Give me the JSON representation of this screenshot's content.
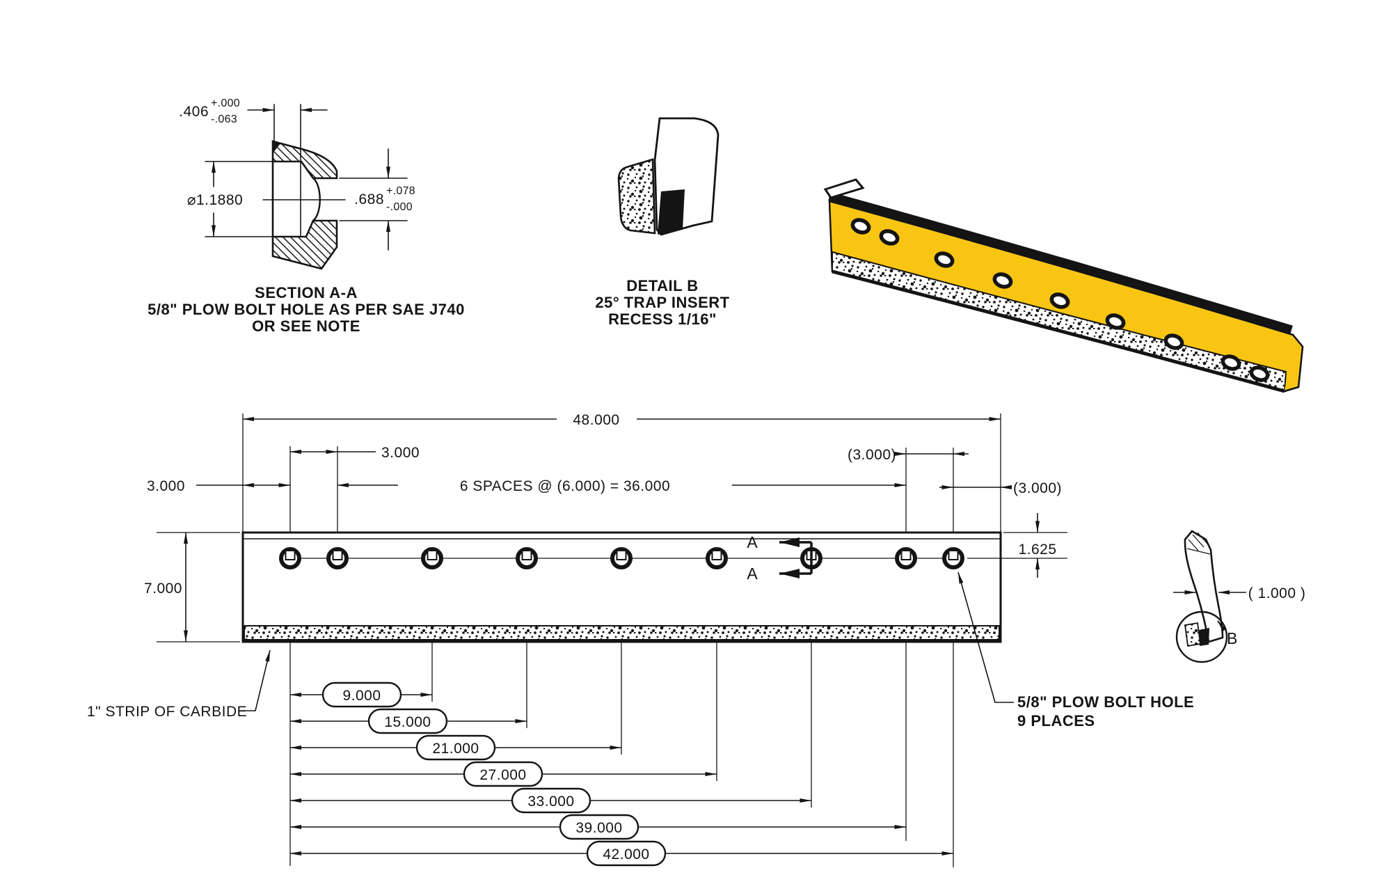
{
  "drawing": {
    "section_aa": {
      "dim_insert_width": ".406",
      "dim_insert_width_tol_plus": "+.000",
      "dim_insert_width_tol_minus": "-.063",
      "dim_hole_dia": "⌀1.1880",
      "dim_seat": ".688",
      "dim_seat_tol_plus": "+.078",
      "dim_seat_tol_minus": "-.000",
      "caption_line1": "SECTION A-A",
      "caption_line2": "5/8\" PLOW BOLT HOLE AS PER SAE J740",
      "caption_line3": "OR SEE NOTE"
    },
    "detail_b": {
      "caption_line1": "DETAIL B",
      "caption_line2": "25° TRAP INSERT",
      "caption_line3": "RECESS 1/16\""
    },
    "front_view": {
      "dim_overall": "48.000",
      "dim_hole_pitch_small": "3.000",
      "dim_edge_offset": "3.000",
      "dim_spaces": "6 SPACES @ (6.000) = 36.000",
      "dim_ref_pitch_right": "(3.000)",
      "dim_ref_edge_right": "(3.000)",
      "dim_height": "7.000",
      "dim_hole_from_top": "1.625",
      "section_letter_top": "A",
      "section_letter_bottom": "A",
      "chain_dims": [
        "9.000",
        "15.000",
        "21.000",
        "27.000",
        "33.000",
        "39.000",
        "42.000"
      ],
      "label_carbide": "1\" STRIP OF CARBIDE",
      "label_holes_line1": "5/8\" PLOW BOLT HOLE",
      "label_holes_line2": "9 PLACES"
    },
    "side_view": {
      "dim_thickness": "( 1.000 )",
      "detail_letter": "B"
    },
    "colors": {
      "blade_yellow": "#F9C513",
      "line_black": "#141414"
    }
  }
}
